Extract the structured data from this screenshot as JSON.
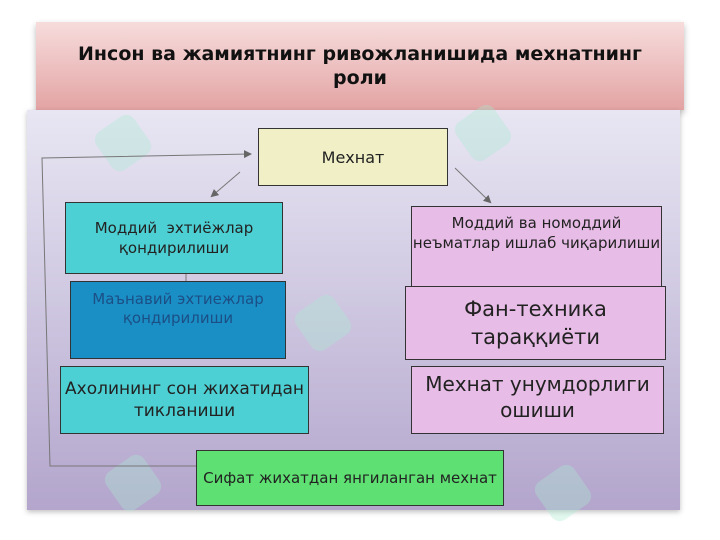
{
  "title": "Инсон ва жамиятнинг ривожланишида мехнатнинг роли",
  "boxes": {
    "mehnat": "Мехнат",
    "moddiy_ehtiyojlar": "Моддий  эхтиёжлар қондирилиши",
    "manaviy_ehtiyojlar": "Маънавий эхтиежлар қондирилиши",
    "aholi": "Ахолининг сон жихатидан тикланиши",
    "moddiy_nomoddiy": "Моддий ва номоддий неъматлар ишлаб чиқарилиши",
    "fan_texnika": "Фан-техника тараққиёти",
    "mehnat_unumdorligi": "Мехнат унумдорлиги ошиши",
    "sifat_mehnat": "Сифат жихатдан янгиланган мехнат"
  },
  "colors": {
    "title_bg": "#eec3c3",
    "cyan_box": "#4dd0d4",
    "blue_box": "#1a8fc5",
    "pink_box": "#e7bce6",
    "green_box": "#5ee072",
    "yellow_box": "#f0efc6"
  }
}
